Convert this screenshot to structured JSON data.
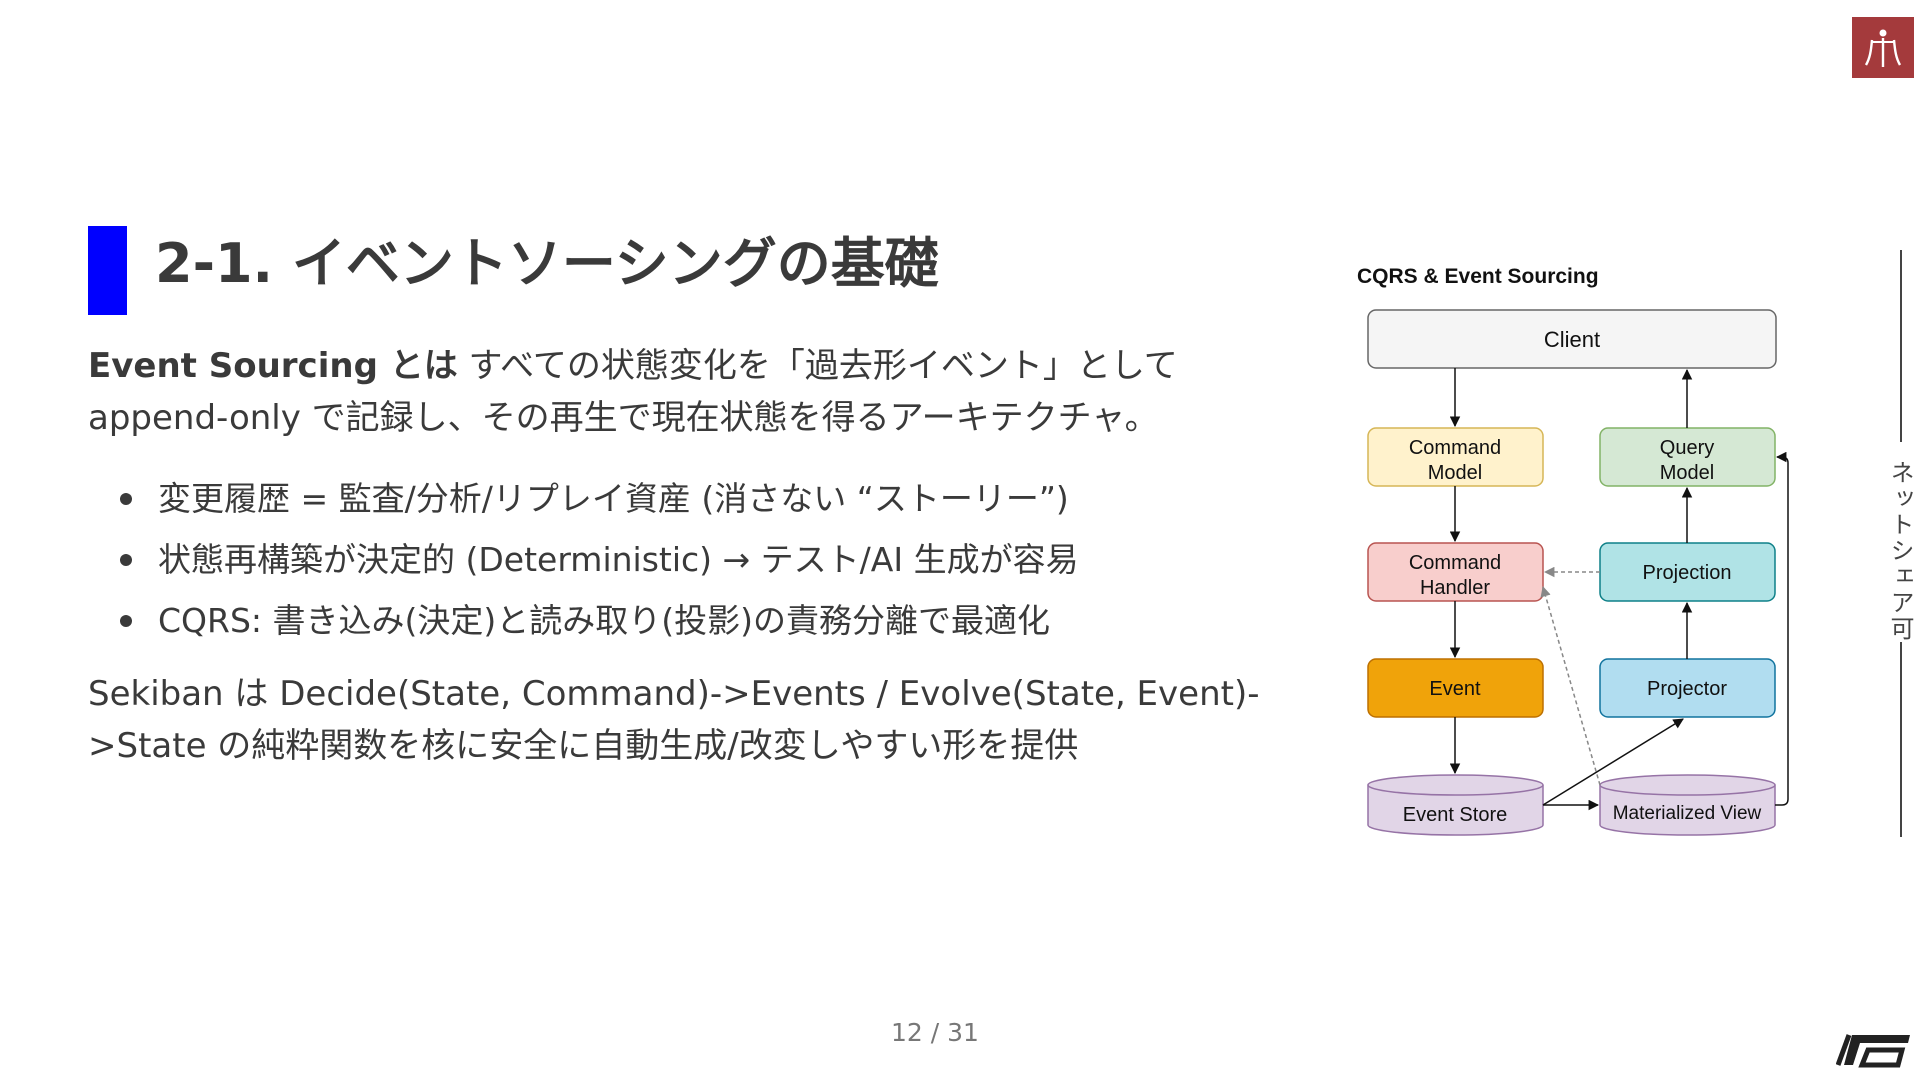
{
  "slide": {
    "title": "2-1. イベントソーシングの基礎",
    "lead_bold": "Event Sourcing とは",
    "lead_rest": " すべての状態変化を「過去形イベント」として append-only で記録し、その再生で現在状態を得るアーキテクチャ。",
    "bullets": [
      "変更履歴 = 監査/分析/リプレイ資産 (消さない “ストーリー”)",
      "状態再構築が決定的 (Deterministic) → テスト/AI 生成が容易",
      "CQRS: 書き込み(決定)と読み取り(投影)の責務分離で最適化"
    ],
    "summary": "Sekiban は Decide(State, Command)->Events / Evolve(State, Event)->State の純粋関数を核に安全に自動生成/改変しやすい形を提供"
  },
  "diagram": {
    "title": "CQRS & Event Sourcing",
    "nodes": {
      "client": "Client",
      "command_model": [
        "Command",
        "Model"
      ],
      "query_model": [
        "Query",
        "Model"
      ],
      "command_handler": [
        "Command",
        "Handler"
      ],
      "projection": "Projection",
      "event": "Event",
      "projector": "Projector",
      "event_store": "Event Store",
      "materialized_view": "Materialized View"
    },
    "colors": {
      "client": "#f5f5f5",
      "command_model": "#fff2cc",
      "query_model": "#d5e8d4",
      "command_handler": "#f8cecc",
      "projection": "#b0e3e6",
      "event": "#f0a30a",
      "projector": "#b1ddf0",
      "store": "#e1d5e7"
    }
  },
  "sidebar": {
    "label": "ネットシェア可"
  },
  "footer": {
    "page": "12 / 31"
  },
  "icons": {
    "top_logo": "university-logo-icon",
    "bottom_logo": "brand-logo-icon"
  },
  "accent_color": "#0000ff"
}
